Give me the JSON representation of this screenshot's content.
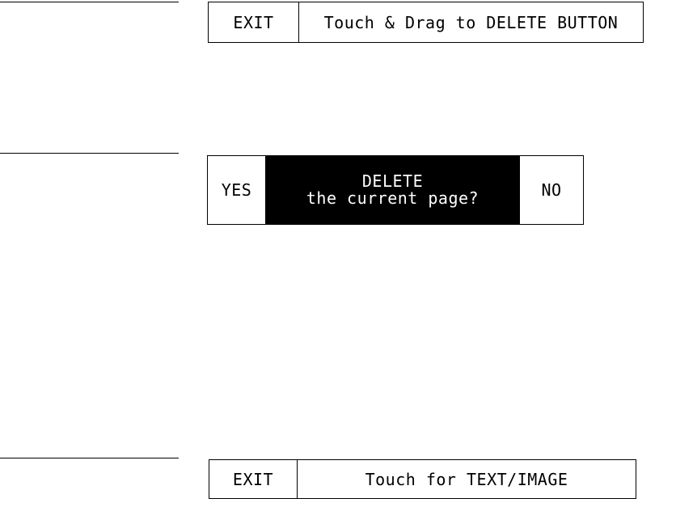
{
  "top_bar": {
    "exit_label": "EXIT",
    "instruction": "Touch & Drag to DELETE BUTTON"
  },
  "confirm_dialog": {
    "yes_label": "YES",
    "message_line1": "DELETE",
    "message_line2": "the current page?",
    "no_label": "NO"
  },
  "bottom_bar": {
    "exit_label": "EXIT",
    "instruction": "Touch for TEXT/IMAGE"
  },
  "colors": {
    "foreground": "#000000",
    "background": "#ffffff",
    "dialog_message_bg": "#000000",
    "dialog_message_text": "#ffffff"
  }
}
